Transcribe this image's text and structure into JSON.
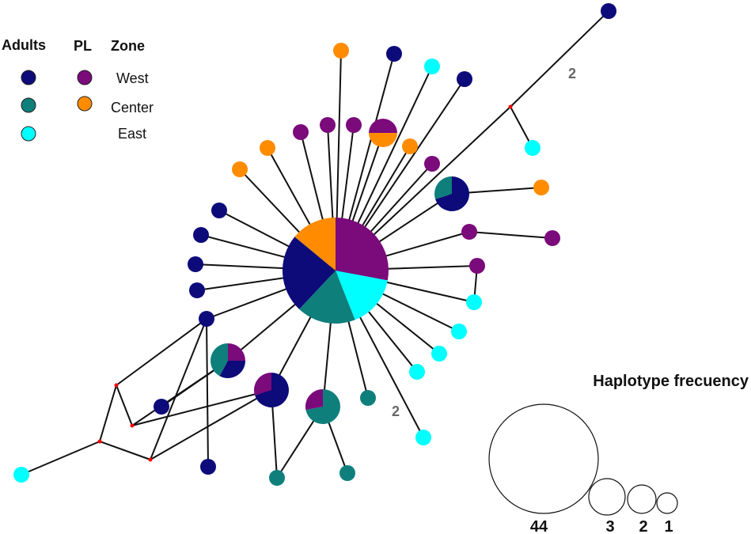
{
  "legend": {
    "adults_label": "Adults",
    "pl_label": "PL",
    "zone_label": "Zone",
    "zones": [
      "West",
      "Center",
      "East"
    ]
  },
  "colors": {
    "adults_west": "#0d0a7a",
    "adults_center": "#0f7f7c",
    "adults_east": "#00ffff",
    "pl_west": "#7b0a7b",
    "pl_center": "#ff8c00",
    "edge": "#111111",
    "median_vector": "#ff0000"
  },
  "mutation_labels": [
    "2",
    "2"
  ],
  "frequency_legend": {
    "title": "Haplotype frecuency",
    "values": [
      44,
      3,
      2,
      1
    ],
    "labels": [
      "44",
      "3",
      "2",
      "1"
    ]
  }
}
